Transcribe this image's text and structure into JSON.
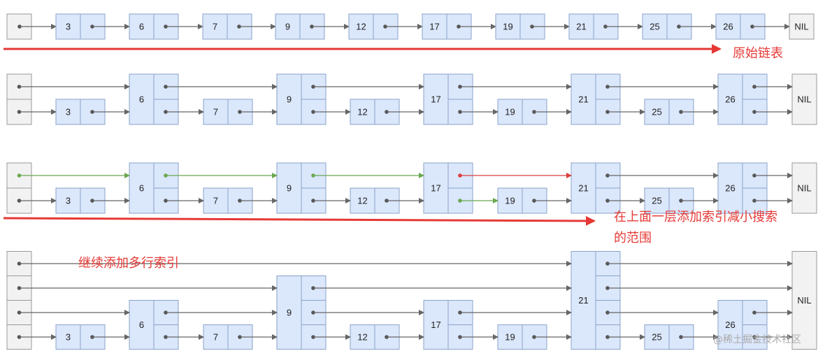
{
  "diagram": {
    "captions": {
      "original_list": "原始链表",
      "add_layer_line1": "在上面一层添加索引减小搜索",
      "add_layer_line2": "的范围",
      "continue_adding": "继续添加多行索引"
    },
    "nodes": [
      "3",
      "6",
      "7",
      "9",
      "12",
      "17",
      "19",
      "21",
      "25",
      "26"
    ],
    "nil_label": "NIL",
    "watermark": "@稀土掘金技术社区",
    "colors": {
      "node_fill": "#dbe7fb",
      "node_border": "#8aa3c8",
      "head_fill": "#f2f2f2",
      "arrow": "#666666",
      "search_path": "#6aa84f",
      "search_miss": "#d93f3f",
      "highlight_arrow": "#e53935"
    },
    "search_example": {
      "passes": [
        "6",
        "9",
        "17"
      ],
      "overshoot": "21",
      "target": "19"
    }
  }
}
